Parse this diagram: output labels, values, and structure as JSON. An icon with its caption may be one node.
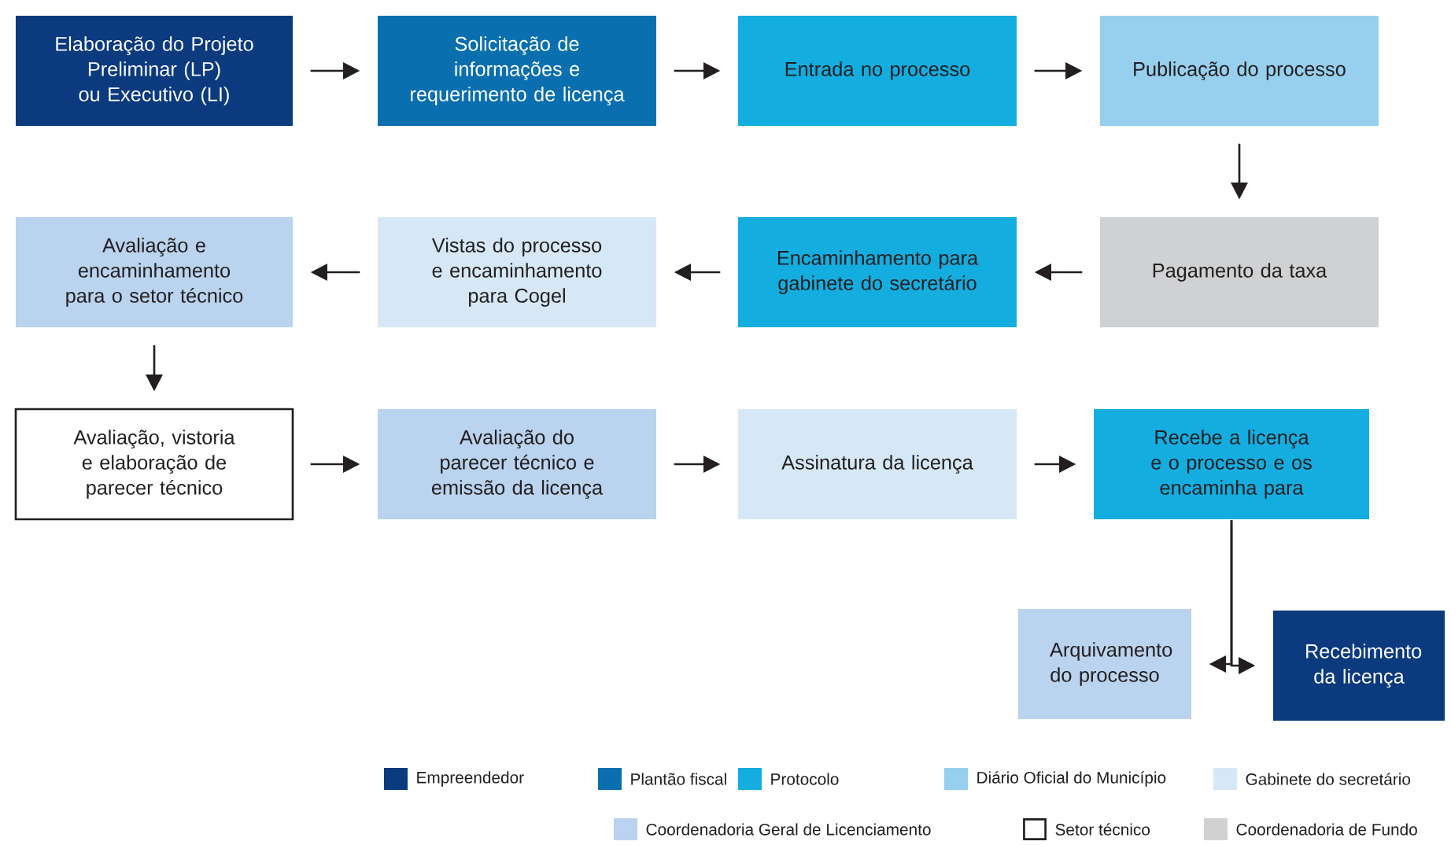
{
  "diagram": {
    "nodes": [
      {
        "text": [
          "Elaboração do Projeto Preliminar (LP) ou Executivo (LI)"
        ]
      },
      {
        "text": [
          "Solicitação de informações e requerimento de licença"
        ]
      },
      {
        "text": [
          "Entrada no processo"
        ]
      },
      {
        "text": [
          "Publicação do processo"
        ]
      },
      {
        "text": [
          "Pagamento da taxa"
        ]
      },
      {
        "text": [
          "Encaminhamento para gabinete do secretário"
        ]
      },
      {
        "text": [
          "Vistas do processo e encaminhamento para Cogel"
        ]
      },
      {
        "text": [
          "Avaliação e encaminhamento para o setor técnico"
        ]
      },
      {
        "text": [
          "Avaliação, vistoria e elaboração de parecer técnico"
        ]
      },
      {
        "text": [
          "Avaliação do parecer técnico e emissão da licença"
        ]
      },
      {
        "text": [
          "Assinatura da licença"
        ]
      },
      {
        "text": [
          "Recebe a licença e o processo e os encaminha para"
        ]
      },
      {
        "text": [
          "Arquivamento do processo"
        ]
      },
      {
        "text": [
          "Recebimento da licença"
        ]
      }
    ],
    "edges": [
      {
        "from": 0,
        "to": 1,
        "arrow": "to"
      },
      {
        "from": 1,
        "to": 2,
        "arrow": "to"
      },
      {
        "from": 2,
        "to": 3,
        "arrow": "to"
      },
      {
        "from": 3,
        "to": 4,
        "arrow": "to"
      },
      {
        "from": 4,
        "to": 5,
        "arrow": "to"
      },
      {
        "from": 5,
        "to": 6,
        "arrow": "to"
      },
      {
        "from": 6,
        "to": 7,
        "arrow": "to"
      },
      {
        "from": 7,
        "to": 8,
        "arrow": "to"
      },
      {
        "from": 8,
        "to": 9,
        "arrow": "to"
      },
      {
        "from": 9,
        "to": 10,
        "arrow": "to"
      },
      {
        "from": 10,
        "to": 11,
        "arrow": "to"
      },
      {
        "from": 11,
        "to": 12,
        "arrow": "to"
      },
      {
        "from": 11,
        "to": 13,
        "arrow": "to"
      }
    ],
    "legend": [
      {
        "text": "Empreendedor",
        "color": "#0b3a7e"
      },
      {
        "text": "Plantão fiscal",
        "color": "#0a6fae"
      },
      {
        "text": "Protocolo",
        "color": "#14ade0"
      },
      {
        "text": "Diário Oficial do Município",
        "color": "#97cfee"
      },
      {
        "text": "Gabinete do secretário",
        "color": "#d6e8f6"
      },
      {
        "text": "Coordenadoria Geral de Licenciamento",
        "color": "#bad3ee"
      },
      {
        "text": "Setor técnico"
      },
      {
        "text": "Coordenadoria de Fundo",
        "color": "#d0d1d3"
      }
    ]
  }
}
